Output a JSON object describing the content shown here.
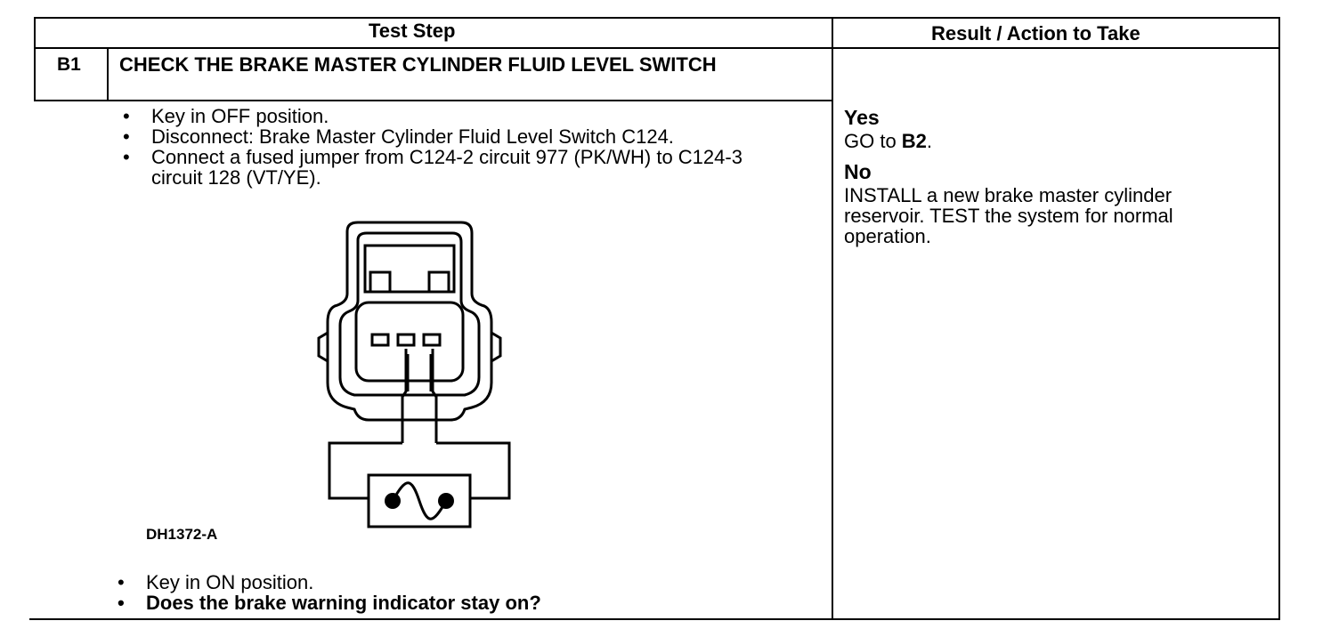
{
  "table": {
    "header": {
      "test_step": "Test Step",
      "result_action": "Result / Action to Take"
    },
    "step": {
      "id": "B1",
      "title": "CHECK THE BRAKE MASTER CYLINDER FLUID LEVEL SWITCH",
      "instructions_before": [
        "Key in OFF position.",
        "Disconnect: Brake Master Cylinder Fluid Level Switch C124.",
        "Connect a fused jumper from C124-2 circuit 977 (PK/WH) to C124-3 circuit 128 (VT/YE)."
      ],
      "figure_id": "DH1372-A",
      "instructions_after": [
        "Key in ON position.",
        "Does the brake warning indicator stay on?"
      ]
    },
    "results": {
      "yes_label": "Yes",
      "yes_action_prefix": "GO to ",
      "yes_action_target": "B2",
      "yes_action_suffix": ".",
      "no_label": "No",
      "no_action": "INSTALL a new brake master cylinder reservoir. TEST the system for normal operation."
    }
  },
  "figure": {
    "icons": [
      "connector-housing-icon",
      "terminal-pin-icon",
      "fuse-icon",
      "jumper-wire-icon"
    ],
    "line_color": "#000000"
  }
}
